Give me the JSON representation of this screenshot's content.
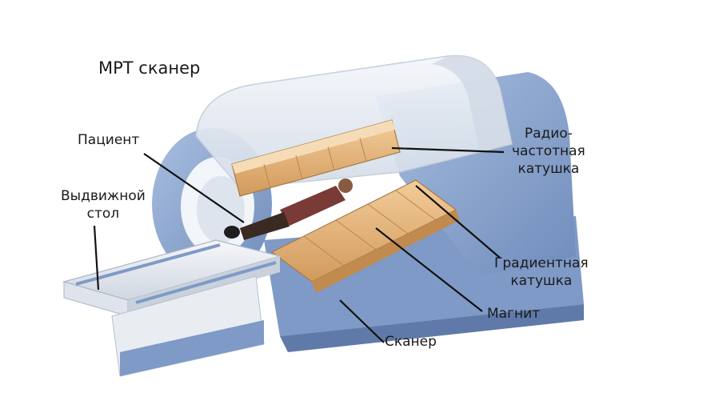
{
  "title": "МРТ сканер",
  "labels": {
    "patient": "Пациент",
    "table": [
      "Выдвижной",
      "стол"
    ],
    "rf_coil": [
      "Радио-",
      "частотная",
      "катушка"
    ],
    "gradient_coil": [
      "Градиентная",
      "катушка"
    ],
    "magnet": "Магнит",
    "scanner": "Сканер"
  },
  "colors": {
    "housing_blue": "#8fa9d0",
    "housing_dark": "#6f8cbb",
    "shell": "#e3e9f1",
    "coil": "#d9a56c",
    "coil_light": "#f0c896",
    "patient_shirt": "#7a3a36",
    "leader_line": "#111111"
  }
}
